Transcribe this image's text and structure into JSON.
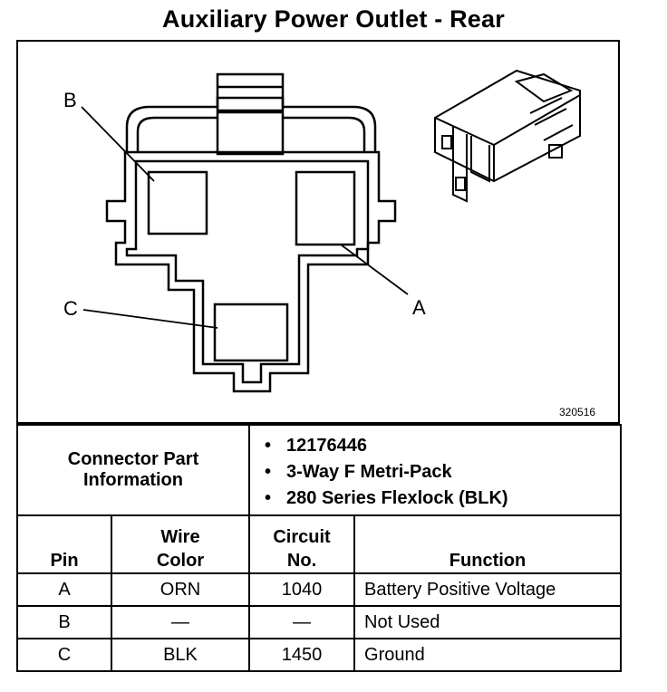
{
  "title": "Auxiliary Power Outlet - Rear",
  "diagram": {
    "pin_labels": {
      "a": "A",
      "b": "B",
      "c": "C"
    },
    "figure_number": "320516"
  },
  "connector": {
    "part_info_label": "Connector Part Information",
    "part_info_items": [
      "12176446",
      "3-Way F Metri-Pack",
      "280 Series Flexlock (BLK)"
    ]
  },
  "table": {
    "headers": {
      "pin": "Pin",
      "wire_color_l1": "Wire",
      "wire_color_l2": "Color",
      "circuit_l1": "Circuit",
      "circuit_l2": "No.",
      "function": "Function"
    },
    "rows": [
      {
        "pin": "A",
        "wire_color": "ORN",
        "circuit": "1040",
        "function": "Battery Positive Voltage"
      },
      {
        "pin": "B",
        "wire_color": "—",
        "circuit": "—",
        "function": "Not Used"
      },
      {
        "pin": "C",
        "wire_color": "BLK",
        "circuit": "1450",
        "function": "Ground"
      }
    ]
  }
}
